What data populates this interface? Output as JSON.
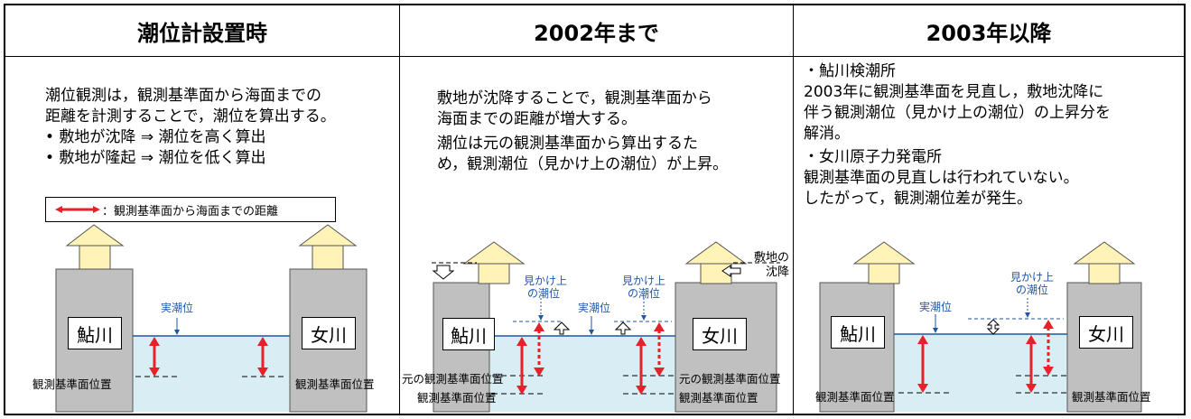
{
  "headers": {
    "col1": "潮位計設置時",
    "col2": "2002年まで",
    "col3": "2003年以降"
  },
  "col1": {
    "para1_line1": "潮位観測は，観測基準面から海面までの",
    "para1_line2": "距離を計測することで，潮位を算出する。",
    "bullet1": "•  敷地が沈降 ⇒ 潮位を高く算出",
    "bullet2": "•  敷地が隆起 ⇒ 潮位を低く算出",
    "legend_text": "：観測基準面から海面までの距離",
    "label_left": "鮎川",
    "label_right": "女川",
    "actual_tide": "実潮位",
    "ref_left": "観測基準面位置",
    "ref_right": "観測基準面位置"
  },
  "col2": {
    "line1": "敷地が沈降することで，観測基準面から",
    "line2": "海面までの距離が増大する。",
    "line3": "潮位は元の観測基準面から算出するた",
    "line4": "め，観測潮位（見かけ上の潮位）が上昇。",
    "label_left": "鮎川",
    "label_right": "女川",
    "apparent_left_1": "見かけ上",
    "apparent_left_2": "の潮位",
    "apparent_right_1": "見かけ上",
    "apparent_right_2": "の潮位",
    "actual_tide": "実潮位",
    "subsidence_1": "敷地の",
    "subsidence_2": "沈降",
    "orig_ref_left": "元の観測基準面位置",
    "orig_ref_right": "元の観測基準面位置",
    "ref_left": "観測基準面位置",
    "ref_right": "観測基準面位置"
  },
  "col3": {
    "line1": "・鮎川検潮所",
    "line2": "2003年に観測基準面を見直し，敷地沈降に",
    "line3": "伴う観測潮位（見かけ上の潮位）の上昇分を",
    "line4": "解消。",
    "line5": "・女川原子力発電所",
    "line6": "観測基準面の見直しは行われていない。",
    "line7": "したがって，観測潮位差が発生。",
    "label_left": "鮎川",
    "label_right": "女川",
    "actual_tide": "実潮位",
    "apparent_1": "見かけ上",
    "apparent_2": "の潮位",
    "ref_left": "観測基準面位置",
    "ref_right": "観測基準面位置"
  },
  "colors": {
    "ground": "#c0c0c0",
    "water": "#d8eef4",
    "house": "#fff3b8",
    "arrow_red": "#e8202a",
    "tide_blue": "#1f56a6"
  }
}
